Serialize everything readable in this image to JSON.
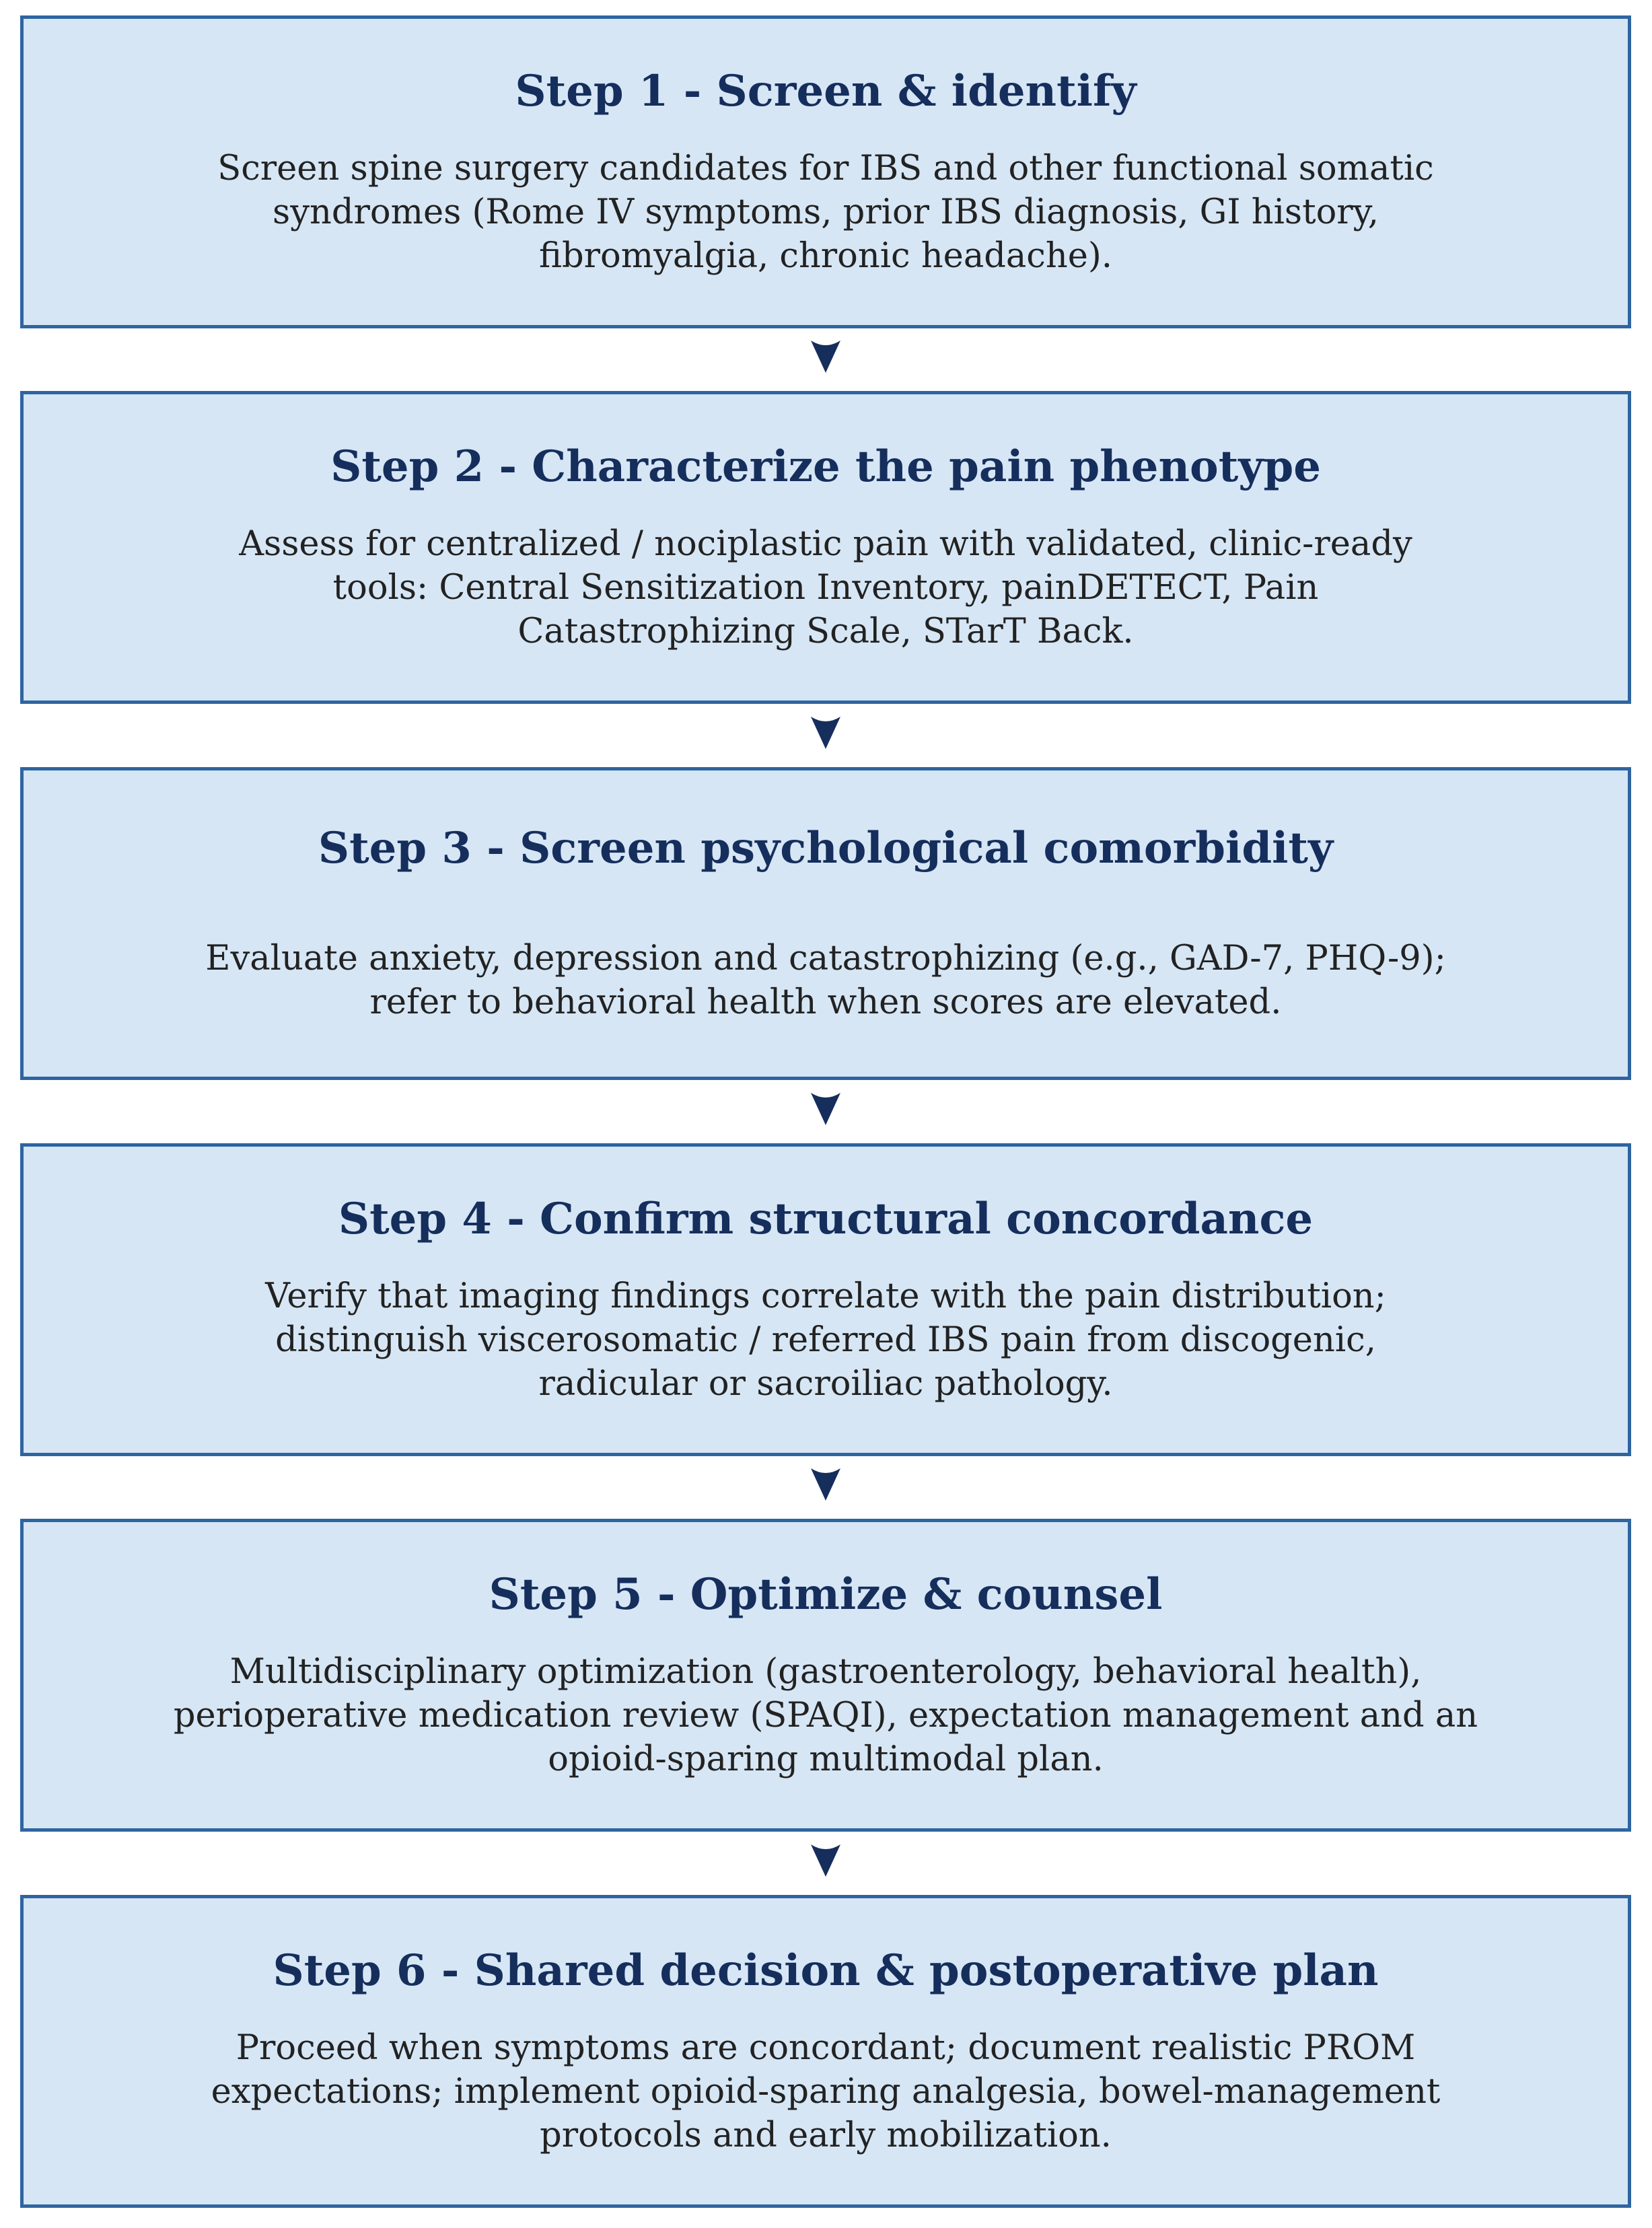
{
  "colors": {
    "box_fill": "#d6e6f5",
    "box_border": "#2e65a0",
    "title_text": "#152e5c",
    "body_text": "#222222",
    "arrow": "#152e5c"
  },
  "steps": [
    {
      "title": "Step 1 - Screen & identify",
      "body": "Screen spine surgery candidates for IBS and other functional somatic\nsyndromes (Rome IV symptoms, prior IBS diagnosis, GI history,\nfibromyalgia, chronic headache)."
    },
    {
      "title": "Step 2 - Characterize the pain phenotype",
      "body": "Assess for centralized / nociplastic pain with validated, clinic-ready\ntools: Central Sensitization Inventory, painDETECT, Pain\nCatastrophizing Scale, STarT Back."
    },
    {
      "title": "Step 3 - Screen psychological comorbidity",
      "body": "Evaluate anxiety, depression and catastrophizing (e.g., GAD-7, PHQ-9);\nrefer to behavioral health when scores are elevated."
    },
    {
      "title": "Step 4 - Confirm structural concordance",
      "body": "Verify that imaging findings correlate with the pain distribution;\ndistinguish viscerosomatic / referred IBS pain from discogenic,\nradicular or sacroiliac pathology."
    },
    {
      "title": "Step 5 - Optimize & counsel",
      "body": "Multidisciplinary optimization (gastroenterology, behavioral health),\nperioperative medication review (SPAQI), expectation management and an\nopioid-sparing multimodal plan."
    },
    {
      "title": "Step 6 - Shared decision & postoperative plan",
      "body": "Proceed when symptoms are concordant; document realistic PROM\nexpectations; implement opioid-sparing analgesia, bowel-management\nprotocols and early mobilization."
    }
  ]
}
